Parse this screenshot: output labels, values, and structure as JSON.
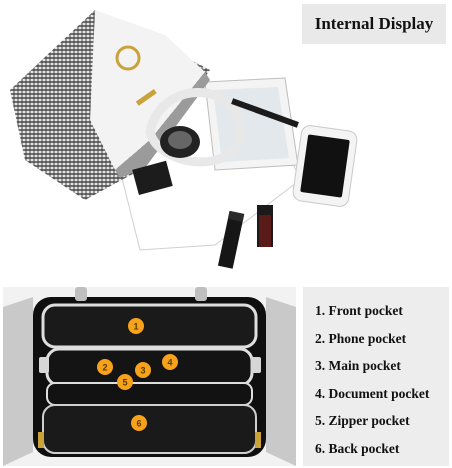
{
  "header": {
    "title": "Internal Display"
  },
  "legend": {
    "items": [
      {
        "label": "1. Front pocket"
      },
      {
        "label": "2. Phone pocket"
      },
      {
        "label": "3. Main pocket"
      },
      {
        "label": "4. Document pocket"
      },
      {
        "label": "5. Zipper pocket"
      },
      {
        "label": "6. Back pocket"
      }
    ]
  },
  "markers": [
    {
      "label": "1"
    },
    {
      "label": "2"
    },
    {
      "label": "3"
    },
    {
      "label": "4"
    },
    {
      "label": "5"
    },
    {
      "label": "6"
    }
  ],
  "colors": {
    "marker_fill": "#f7a21b",
    "title_box_bg": "#e9e9e9",
    "legend_box_bg": "#ededed"
  }
}
